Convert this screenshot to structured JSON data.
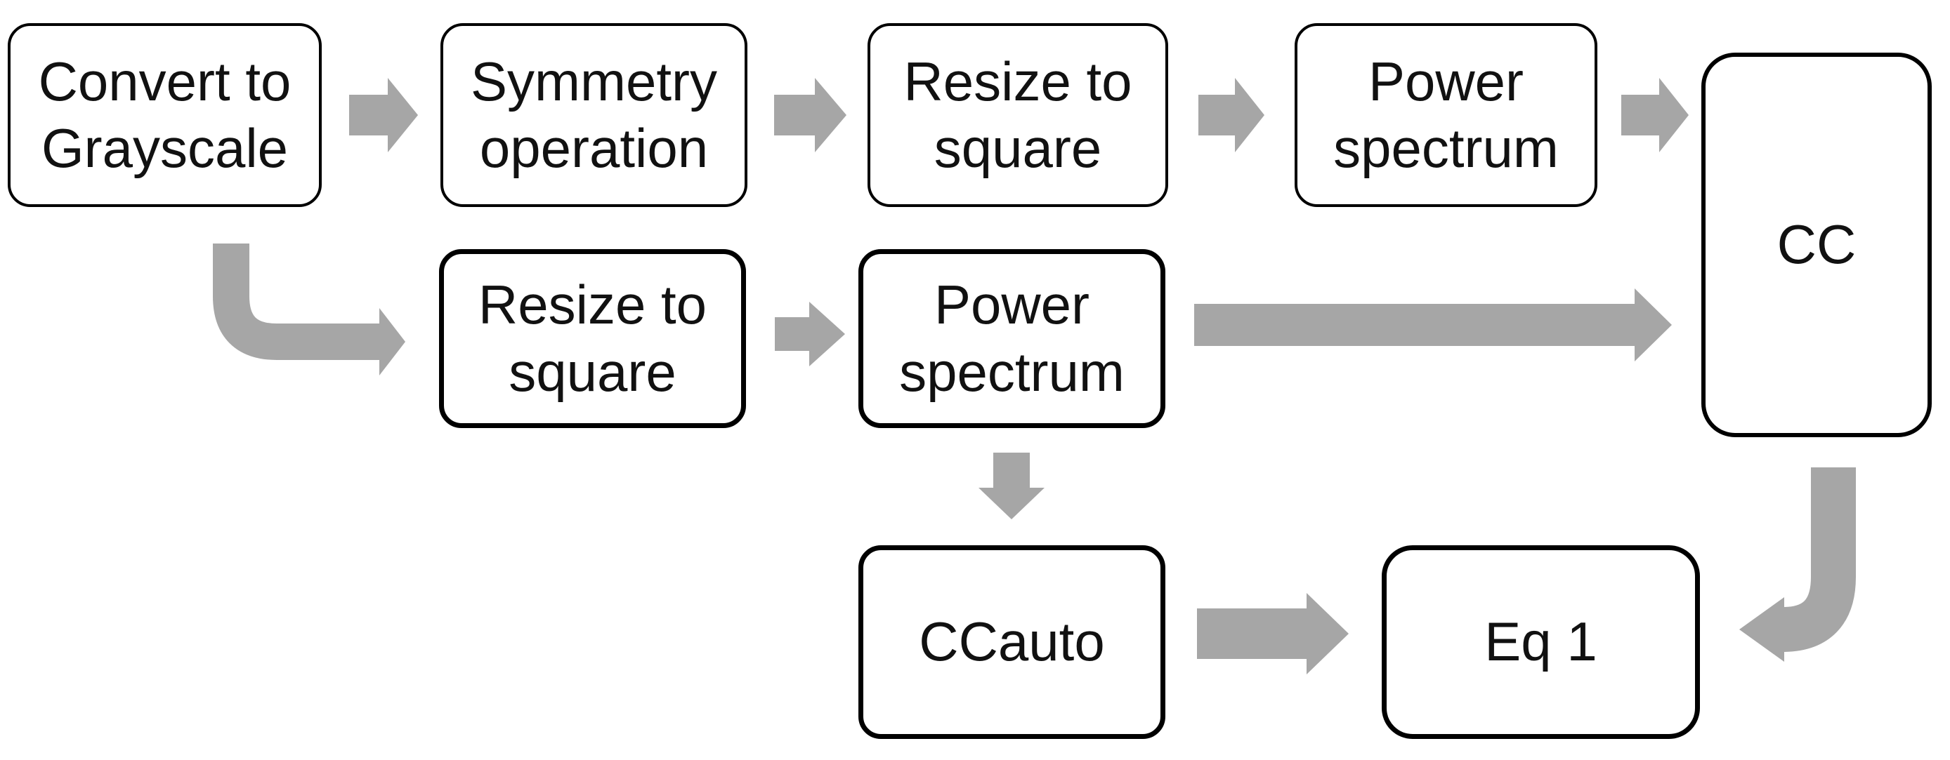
{
  "colors": {
    "background": "#ffffff",
    "box_border": "#000000",
    "box_fill": "#ffffff",
    "text": "#111111",
    "arrow": "#a6a6a6"
  },
  "nodes": {
    "convert_grayscale": {
      "label": "Convert to\nGrayscale"
    },
    "symmetry_operation": {
      "label": "Symmetry\noperation"
    },
    "resize_square_top": {
      "label": "Resize to\nsquare"
    },
    "power_spectrum_top": {
      "label": "Power\nspectrum"
    },
    "cc": {
      "label": "CC"
    },
    "resize_square_mid": {
      "label": "Resize to\nsquare"
    },
    "power_spectrum_mid": {
      "label": "Power\nspectrum"
    },
    "ccauto": {
      "label": "CCauto"
    },
    "eq1": {
      "label": "Eq 1"
    }
  },
  "edges": [
    "Convert to Grayscale → Symmetry operation",
    "Symmetry operation → Resize to square (top)",
    "Resize to square (top) → Power spectrum (top)",
    "Power spectrum (top) → CC",
    "Convert to Grayscale → Resize to square (middle, elbow arrow)",
    "Resize to square (middle) → Power spectrum (middle)",
    "Power spectrum (middle) → CC (long arrow)",
    "Power spectrum (middle) → CCauto (down arrow)",
    "CCauto → Eq 1",
    "CC → Eq 1 (J-shaped arrow)"
  ]
}
